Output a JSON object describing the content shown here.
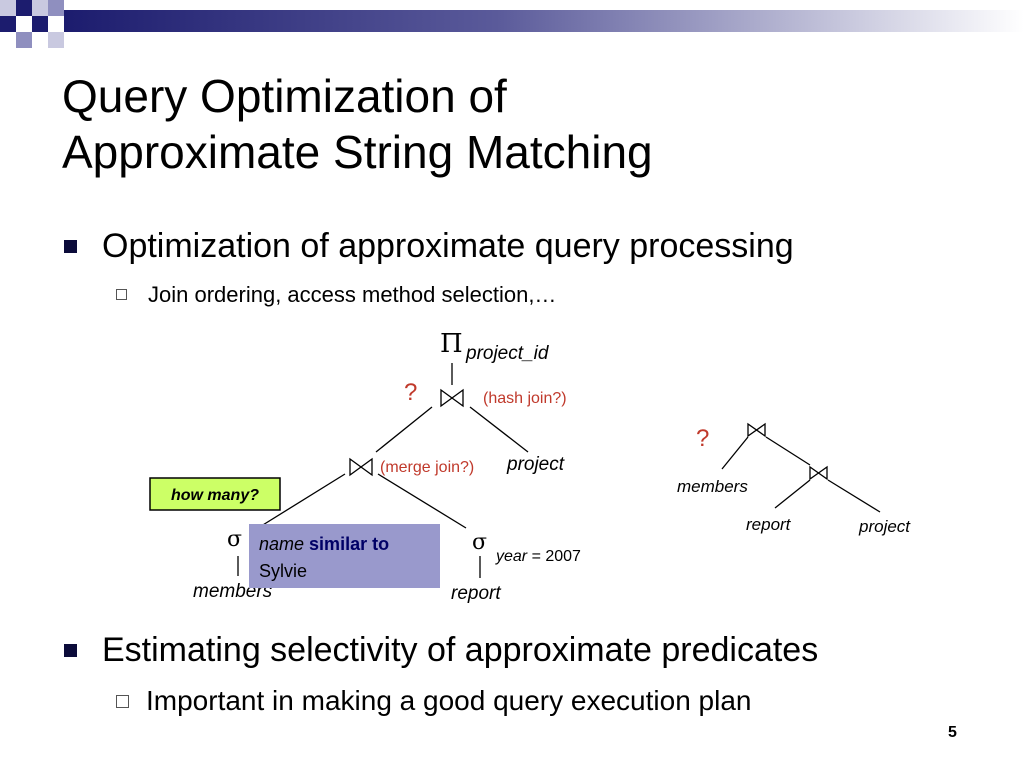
{
  "slide": {
    "title": "Query Optimization of\nApproximate String Matching",
    "bullets": [
      {
        "text": "Optimization of approximate query processing",
        "sub": "Join ordering, access method selection,…"
      },
      {
        "text": "Estimating selectivity of approximate predicates",
        "sub": "Important in making a good query execution plan"
      }
    ],
    "page_number": "5"
  },
  "plan_left": {
    "project_symbol": "Π",
    "project_attr": "project_id",
    "join_symbol": "⋈",
    "question": "?",
    "hash_join": "(hash join?)",
    "merge_join": "(merge join?)",
    "project_rel": "project",
    "sigma": "σ",
    "members_rel": "members",
    "report_rel": "report",
    "how_many": "how many?",
    "predicate_attr": "name",
    "predicate_op": "similar to",
    "predicate_value": "Sylvie",
    "year_attr": "year",
    "year_rest": " = 2007"
  },
  "plan_right": {
    "question": "?",
    "join_symbol": "⋈",
    "members_rel": "members",
    "report_rel": "report",
    "project_rel": "project"
  },
  "colors": {
    "accent_red": "#c0392b",
    "callout_green": "#ccff66",
    "callout_purple": "#9999cc",
    "deco_navy": "#1c1c6e"
  }
}
